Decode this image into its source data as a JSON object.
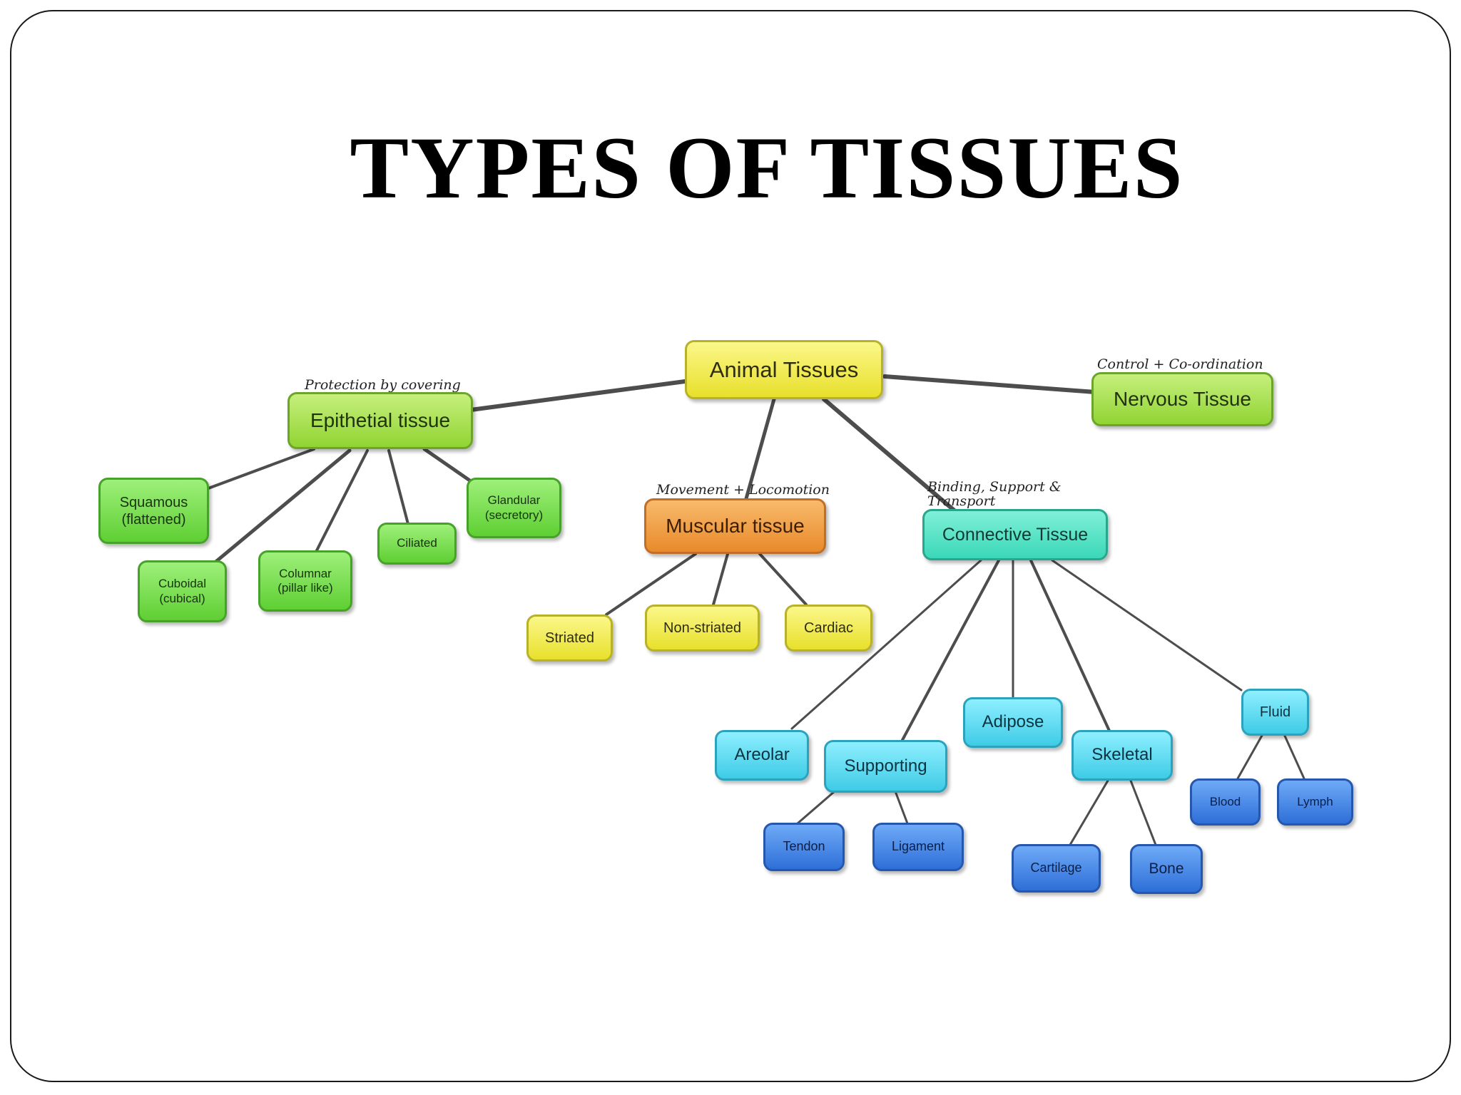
{
  "title": "TYPES OF TISSUES",
  "nodes": {
    "animal": "Animal Tissues",
    "epithelial": "Epithetial tissue",
    "nervous": "Nervous Tissue",
    "muscular": "Muscular tissue",
    "connective": "Connective Tissue",
    "squamous": "Squamous\n(flattened)",
    "cuboidal": "Cuboidal\n(cubical)",
    "columnar": "Columnar\n(pillar like)",
    "ciliated": "Ciliated",
    "glandular": "Glandular\n(secretory)",
    "striated": "Striated",
    "nonstriated": "Non-striated",
    "cardiac": "Cardiac",
    "areolar": "Areolar",
    "supporting": "Supporting",
    "adipose": "Adipose",
    "skeletal": "Skeletal",
    "fluid": "Fluid",
    "tendon": "Tendon",
    "ligament": "Ligament",
    "cartilage": "Cartilage",
    "bone": "Bone",
    "blood": "Blood",
    "lymph": "Lymph"
  },
  "notes": {
    "epithelial": "Protection by covering",
    "nervous": "Control + Co-ordination",
    "muscular": "Movement + Locomotion",
    "connective": "Binding, Support &\nTransport"
  },
  "colors": {
    "root": "#e8e02b",
    "epithelial": "#91d433",
    "epithelial_types": "#5fcf33",
    "muscular": "#e88a2a",
    "muscle_types": "#e8e02b",
    "connective": "#3bd7b8",
    "connective_types": "#3fcbe6",
    "connective_subtypes": "#2e6fd8",
    "link": "#555555"
  }
}
